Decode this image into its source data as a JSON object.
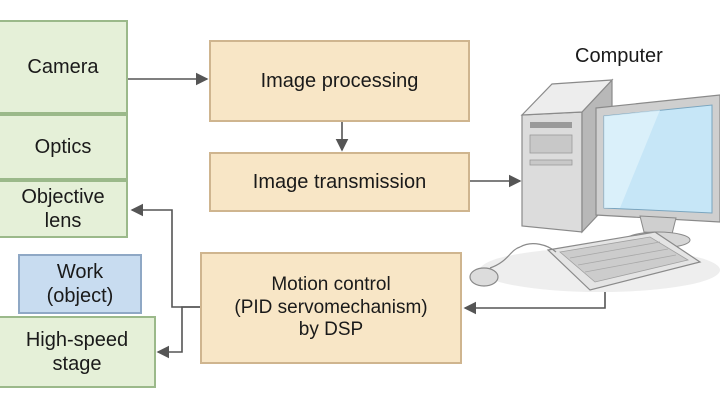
{
  "diagram": {
    "camera": "Camera",
    "optics": "Optics",
    "objective_lens": "Objective\nlens",
    "work_object": "Work\n(object)",
    "high_speed_stage": "High-speed\nstage",
    "image_processing": "Image processing",
    "image_transmission": "Image transmission",
    "motion_control": "Motion control\n(PID servomechanism)\nby DSP",
    "computer": "Computer"
  },
  "colors": {
    "green_fill": "#e5f0d8",
    "tan_fill": "#f8e6c6",
    "blue_fill": "#c8dcf0",
    "arrow": "#555555"
  }
}
